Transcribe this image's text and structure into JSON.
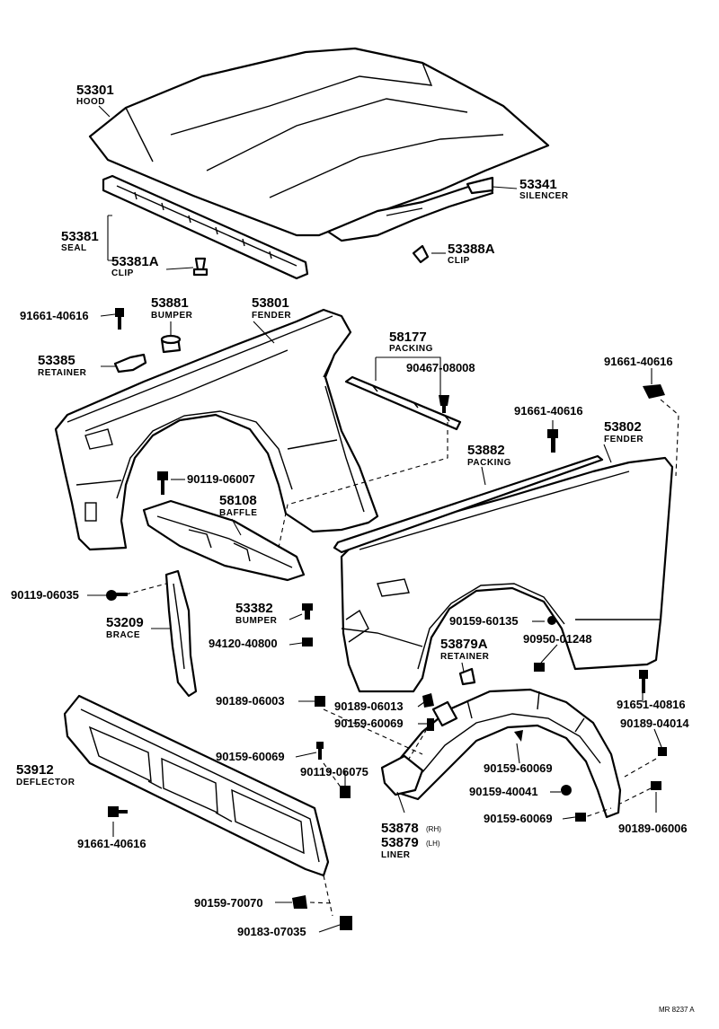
{
  "labels": {
    "hood": {
      "pn": "53301",
      "name": "HOOD"
    },
    "silencer": {
      "pn": "53341",
      "name": "SILENCER"
    },
    "seal": {
      "pn": "53381",
      "name": "SEAL"
    },
    "seal_clip": {
      "pn": "53381A",
      "name": "CLIP"
    },
    "hood_clip": {
      "pn": "53388A",
      "name": "CLIP"
    },
    "bolt_left": {
      "pn": "91661-40616"
    },
    "bumper_top": {
      "pn": "53881",
      "name": "BUMPER"
    },
    "fender_lh": {
      "pn": "53801",
      "name": "FENDER"
    },
    "retainer_left": {
      "pn": "53385",
      "name": "RETAINER"
    },
    "packing_upper": {
      "pn": "58177",
      "name": "PACKING"
    },
    "clip_packing": {
      "pn": "90467-08008"
    },
    "bolt_right_top": {
      "pn": "91661-40616"
    },
    "bolt_right_mid": {
      "pn": "91661-40616"
    },
    "fender_rh": {
      "pn": "53802",
      "name": "FENDER"
    },
    "packing_lower": {
      "pn": "53882",
      "name": "PACKING"
    },
    "bolt_baffle": {
      "pn": "90119-06007"
    },
    "baffle": {
      "pn": "58108",
      "name": "BAFFLE"
    },
    "bolt_brace": {
      "pn": "90119-06035"
    },
    "bumper_mid": {
      "pn": "53382",
      "name": "BUMPER"
    },
    "brace": {
      "pn": "53209",
      "name": "BRACE"
    },
    "nut": {
      "pn": "94120-40800"
    },
    "screw_fender": {
      "pn": "90159-60135"
    },
    "retainer_liner": {
      "pn": "53879A",
      "name": "RETAINER"
    },
    "clip_fender": {
      "pn": "90950-01248"
    },
    "clip_def_upper": {
      "pn": "90189-06003"
    },
    "clip_liner_top": {
      "pn": "90189-06013"
    },
    "screw_liner_a": {
      "pn": "90159-60069"
    },
    "bolt_liner_r": {
      "pn": "91651-40816"
    },
    "clip_liner_r": {
      "pn": "90189-04014"
    },
    "deflector": {
      "pn": "53912",
      "name": "DEFLECTOR"
    },
    "screw_def": {
      "pn": "90159-60069"
    },
    "bolt_def": {
      "pn": "90119-06075"
    },
    "screw_liner_b": {
      "pn": "90159-60069"
    },
    "screw_liner_c": {
      "pn": "90159-40041"
    },
    "liner_rh": {
      "pn": "53878",
      "suffix": "(RH)"
    },
    "liner_lh": {
      "pn": "53879",
      "suffix": "(LH)",
      "name": "LINER"
    },
    "screw_liner_d": {
      "pn": "90159-60069"
    },
    "clip_liner_b": {
      "pn": "90189-06006"
    },
    "bolt_def_low": {
      "pn": "91661-40616"
    },
    "screw_bottom": {
      "pn": "90159-70070"
    },
    "nut_bottom": {
      "pn": "90183-07035"
    }
  },
  "footer": {
    "ref": "MR 8237 A"
  }
}
